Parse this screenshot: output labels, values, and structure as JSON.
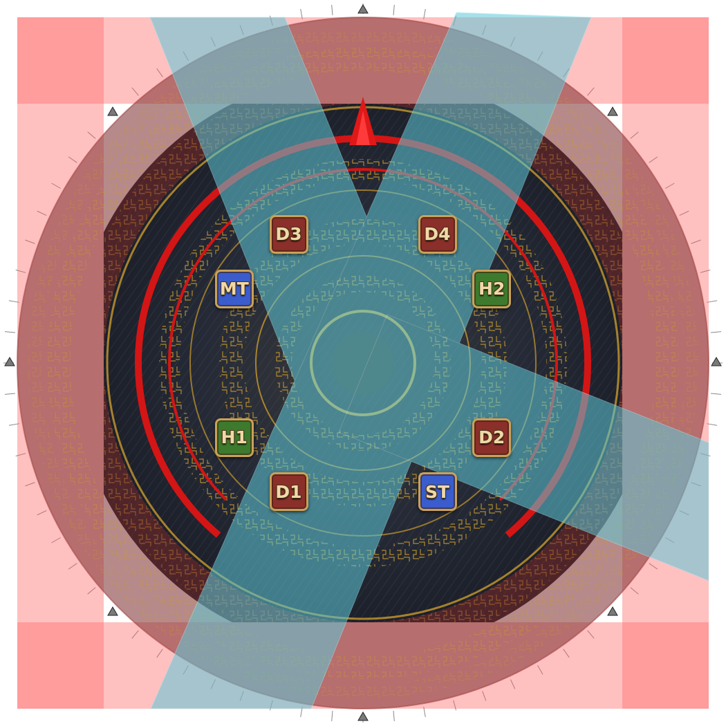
{
  "arena": {
    "markers": [
      {
        "label": "D3",
        "role": "dps",
        "name": "marker-d3",
        "color": "#8a2f2a",
        "angle_deg": 330
      },
      {
        "label": "D4",
        "role": "dps",
        "name": "marker-d4",
        "color": "#8a2f2a",
        "angle_deg": 30
      },
      {
        "label": "MT",
        "role": "tank",
        "name": "marker-mt",
        "color": "#3a5ccc",
        "angle_deg": 300
      },
      {
        "label": "H2",
        "role": "healer",
        "name": "marker-h2",
        "color": "#3d7a2e",
        "angle_deg": 60
      },
      {
        "label": "H1",
        "role": "healer",
        "name": "marker-h1",
        "color": "#3d7a2e",
        "angle_deg": 240
      },
      {
        "label": "D2",
        "role": "dps",
        "name": "marker-d2",
        "color": "#8a2f2a",
        "angle_deg": 120
      },
      {
        "label": "D1",
        "role": "dps",
        "name": "marker-d1",
        "color": "#8a2f2a",
        "angle_deg": 210
      },
      {
        "label": "ST",
        "role": "tank",
        "name": "marker-st",
        "color": "#3a5ccc",
        "angle_deg": 150
      }
    ],
    "colors": {
      "danger_zone": "#ff5a5a",
      "aoe_beam": "#5fc8d8",
      "boss_ring": "#d41515",
      "floor_dark": "#1e2433",
      "floor_gold": "#c99a2e",
      "donut": "#7a2a2a"
    },
    "icons": {
      "edge_marker": "triangle-up-icon",
      "boss_direction": "red-arrow-icon"
    }
  }
}
